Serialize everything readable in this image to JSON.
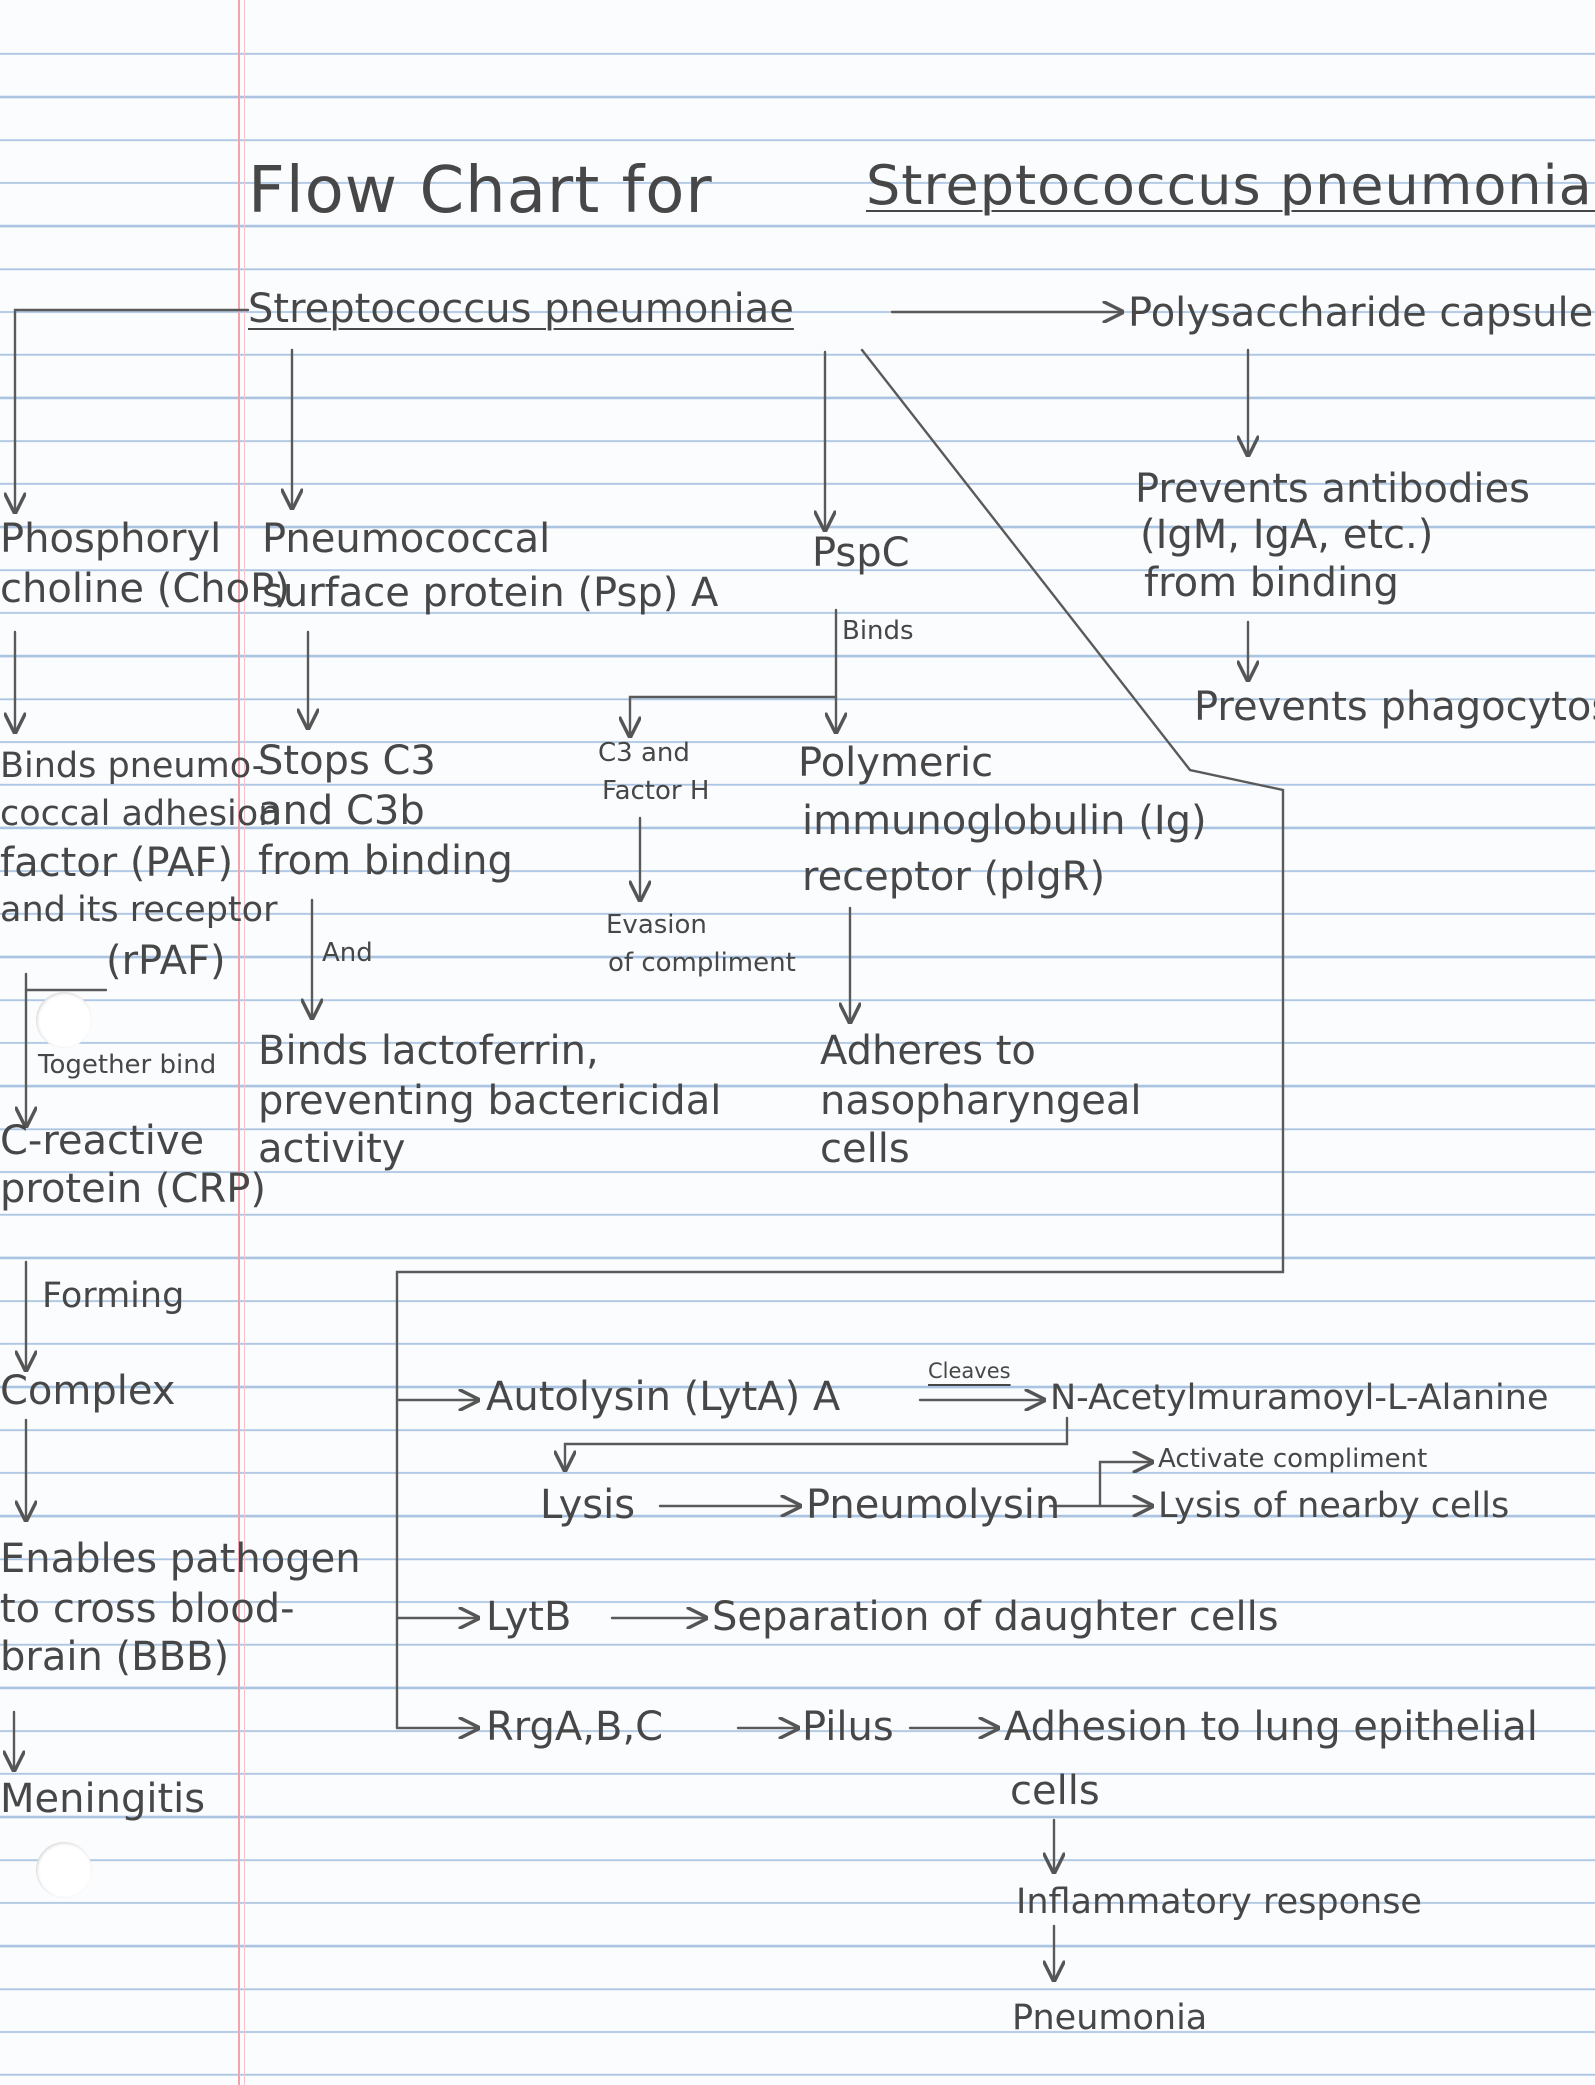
{
  "title": {
    "prefix": "Flow Chart for",
    "organism": "Streptococcus pneumoniae"
  },
  "root": "Streptococcus pneumoniae",
  "capsule": {
    "name": "Polysaccharide capsule",
    "effect_1": "Prevents antibodies",
    "effect_2": "(IgM, IgA, etc.)",
    "effect_3": "from binding",
    "effect_4": "Prevents phagocytosis"
  },
  "choline": {
    "name_1": "Phosphoryl",
    "name_2": "choline (ChoP)",
    "binds_1": "Binds pneumo-",
    "binds_2": "coccal adhesion",
    "binds_3": "factor (PAF)",
    "binds_4": "and its receptor",
    "binds_5": "(rPAF)",
    "together": "Together bind",
    "crp_1": "C-reactive",
    "crp_2": "protein (CRP)",
    "forming": "Forming",
    "complex": "Complex",
    "enables_1": "Enables pathogen",
    "enables_2": "to cross blood-",
    "enables_3": "brain (BBB)",
    "meningitis": "Meningitis"
  },
  "pspa": {
    "name_1": "Pneumococcal",
    "name_2": "surface protein (Psp) A",
    "stops_1": "Stops C3",
    "stops_2": "and C3b",
    "stops_3": "from binding",
    "and": "And",
    "lacto_1": "Binds lactoferrin,",
    "lacto_2": "preventing bactericidal",
    "lacto_3": "activity"
  },
  "pspc": {
    "name": "PspC",
    "binds": "Binds",
    "c3_1": "C3 and",
    "c3_2": "Factor H",
    "evasion_1": "Evasion",
    "evasion_2": "of compliment",
    "pigr_1": "Polymeric",
    "pigr_2": "immunoglobulin (Ig)",
    "pigr_3": "receptor (pIgR)",
    "adheres_1": "Adheres to",
    "adheres_2": "nasopharyngeal",
    "adheres_3": "cells"
  },
  "autolysin": {
    "lyta": "Autolysin (LytA) A",
    "cleaves": "Cleaves",
    "nacetyl": "N-Acetylmuramoyl-L-Alanine",
    "lysis": "Lysis",
    "pneumolysin": "Pneumolysin",
    "activate": "Activate compliment",
    "lysis_cells": "Lysis of nearby cells",
    "lytb": "LytB",
    "separation": "Separation of daughter cells",
    "rrg": "RrgA,B,C",
    "pilus": "Pilus",
    "adhesion_1": "Adhesion to lung epithelial",
    "adhesion_2": "cells",
    "inflammatory": "Inflammatory response",
    "pneumonia": "Pneumonia"
  }
}
